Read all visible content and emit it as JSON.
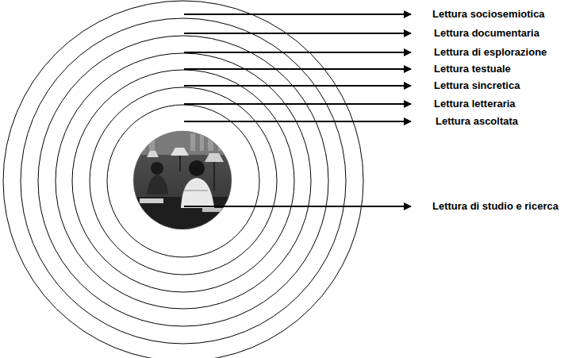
{
  "diagram": {
    "labels": [
      "Lettura sociosemiotica",
      "Lettura documentaria",
      "Lettura di esplorazione",
      "Lettura testuale",
      "Lettura sincretica",
      "Lettura letteraria",
      "Lettura ascoltata",
      "Lettura di studio e ricerca"
    ]
  }
}
